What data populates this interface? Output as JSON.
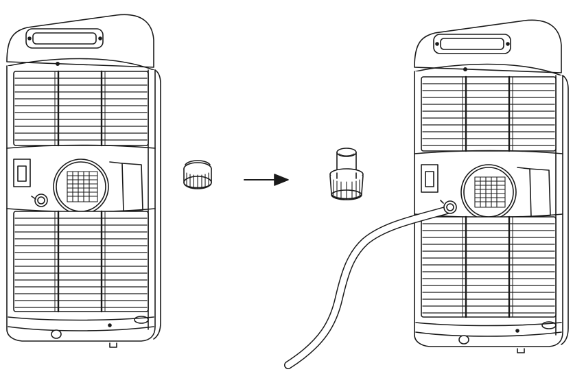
{
  "diagram": {
    "units": [
      {
        "id": "left",
        "state": "drain-cap-on"
      },
      {
        "id": "right",
        "state": "drain-hose-attached"
      }
    ],
    "parts": [
      "drain-cap",
      "hose-adapter",
      "drain-hose"
    ],
    "colors": {
      "stroke": "#1a1a1a",
      "fill": "#ffffff",
      "shade": "#f2f2f2"
    }
  }
}
